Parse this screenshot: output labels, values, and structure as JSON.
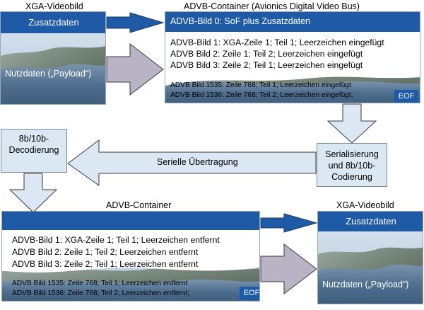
{
  "top": {
    "xga_title": "XGA-Videobild",
    "xga_header": "Zusatzdaten",
    "xga_payload": "Nutzdaten („Payload“)",
    "container_title": "ADVB-Container (Avionics Digital Video Bus)",
    "container_header": "ADVB-Bild 0: SoF plus Zusatzdaten",
    "lines": [
      "ADVB-Bild 1: XGA-Zeile 1; Teil 1; Leerzeichen eingefügt",
      "ADVB Bild 2: Zeile 1; Teil 2; Leerzeichen eingefügt",
      "ADVB Bild 3: Zeile 2; Teil 1; Leerzeichen eingefügt"
    ],
    "small_lines": [
      "ADVB Bild 1535: Zeile 768; Teil 1; Leerzeichen eingefügt",
      "ADVB Bild 1536: Zeile 768; Teil 2; Leerzeichen eingefügt;"
    ],
    "eof": "EOF"
  },
  "middle": {
    "decode_box": "8b/10b-\nDecodierung",
    "serial_label": "Serielle Übertragung",
    "encode_box": "Serialisierung\nund 8b/10b-\nCodierung"
  },
  "bottom": {
    "container_title": "ADVB-Container",
    "lines": [
      "ADVB-Bild 1: XGA-Zeile 1; Teil 1; Leerzeichen entfernt",
      "ADVB Bild 2: Zeile 1; Teil 2; Leerzeichen entfernt",
      "ADVB Bild 3: Zeile 2; Teil 1; Leerzeichen entfernt"
    ],
    "small_lines": [
      "ADVB Bild 1535: Zeile 768; Teil 1; Leerzeichen entfernt",
      "ADVB Bild 1536: Zeile 768; Teil 2; Leerzeichen entfernt;"
    ],
    "eof": "EOF",
    "xga_title": "XGA-Videobild",
    "xga_header": "Zusatzdaten",
    "xga_payload": "Nutzdaten („Payload“)"
  },
  "colors": {
    "header_blue": "#1f5aa6",
    "light_box": "#dbe7f3",
    "gray_arrow": "#b9b3c6"
  }
}
